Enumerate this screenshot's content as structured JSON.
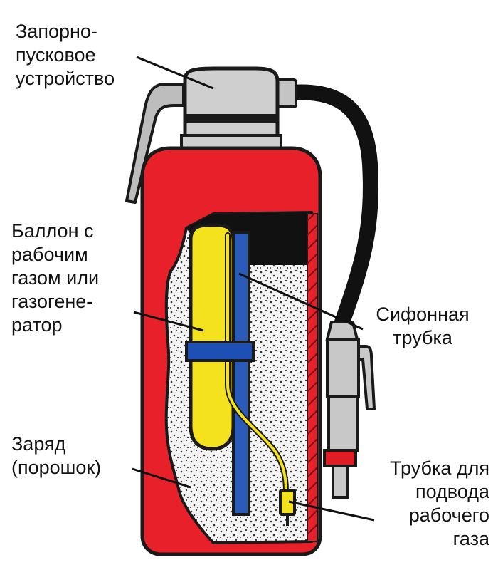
{
  "labels": {
    "valve": {
      "lines": [
        "Запорно-",
        "пусковое",
        "устройство"
      ]
    },
    "cylinder": {
      "lines": [
        "Баллон с",
        "рабочим",
        "газом или",
        "газогене-",
        "ратор"
      ]
    },
    "charge": {
      "lines": [
        "Заряд",
        "(порошок)"
      ]
    },
    "siphon": {
      "lines": [
        "Сифонная",
        "трубка"
      ]
    },
    "gas_tube": {
      "lines": [
        "Трубка для",
        "подвода",
        "рабочего",
        "газа"
      ]
    }
  },
  "colors": {
    "body": "#e8202a",
    "outline": "#1a1a1a",
    "cap": "#c8c8c8",
    "gas_cylinder": "#f5e21e",
    "band": "#1e4fb4",
    "siphon": "#2a5bb8",
    "hose": "#111111",
    "powder": "#f2f2f2",
    "nozzle_red": "#e01c24"
  }
}
